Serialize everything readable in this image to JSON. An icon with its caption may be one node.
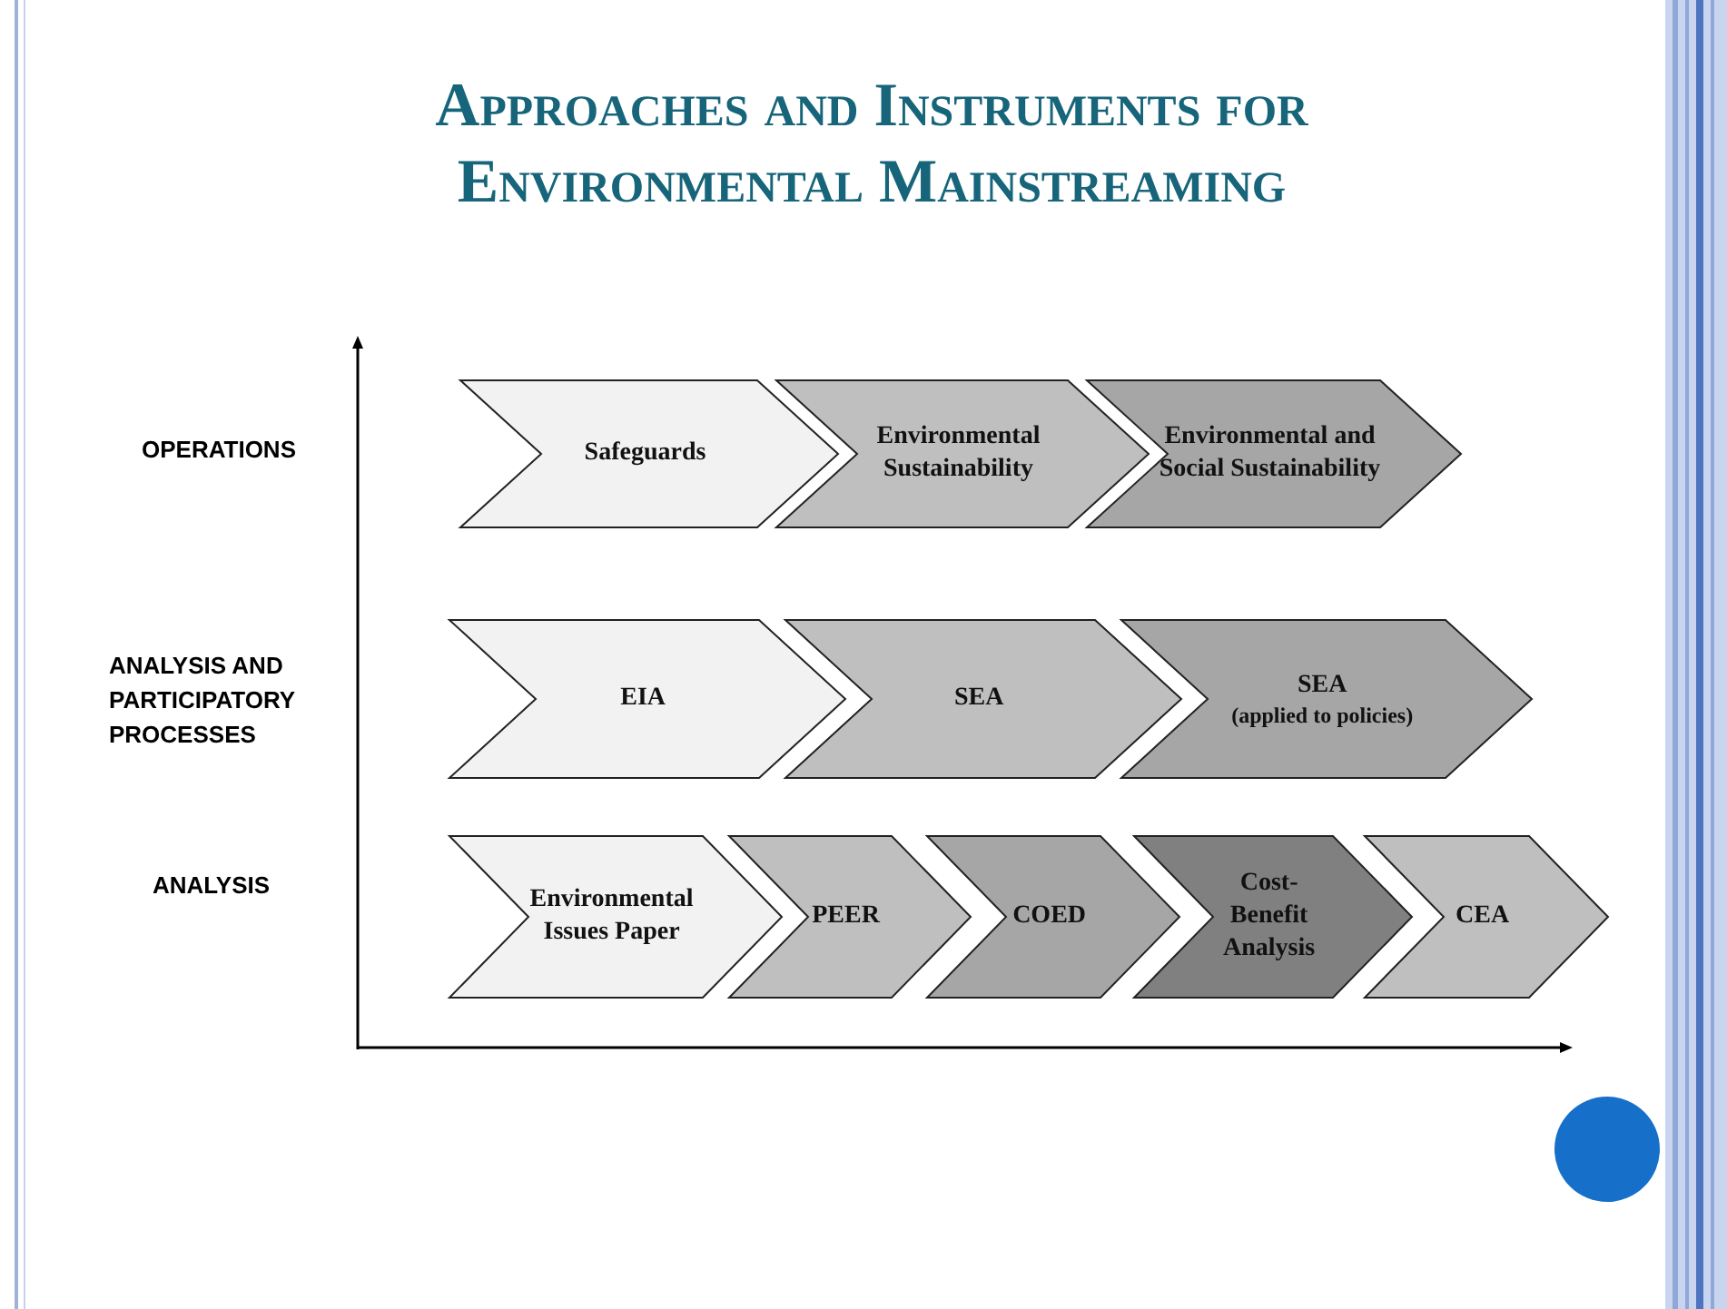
{
  "diagram": {
    "title": "Approaches and Instruments for Environmental Mainstreaming",
    "nodes": [
      {
        "text": [
          "Safeguards"
        ]
      },
      {
        "text": [
          "Environmental Sustainability"
        ]
      },
      {
        "text": [
          "Environmental and Social Sustainability"
        ]
      },
      {
        "text": [
          "EIA"
        ]
      },
      {
        "text": [
          "SEA"
        ]
      },
      {
        "text": [
          "SEA",
          "(applied to policies)"
        ]
      },
      {
        "text": [
          "Environmental Issues Paper"
        ]
      },
      {
        "text": [
          "PEER"
        ]
      },
      {
        "text": [
          "COED"
        ]
      },
      {
        "text": [
          "Cost-Benefit Analysis"
        ]
      },
      {
        "text": [
          "CEA"
        ]
      }
    ],
    "labels": [
      "OPERATIONS",
      "ANALYSIS AND PARTICIPATORY PROCESSES",
      "ANALYSIS"
    ]
  }
}
